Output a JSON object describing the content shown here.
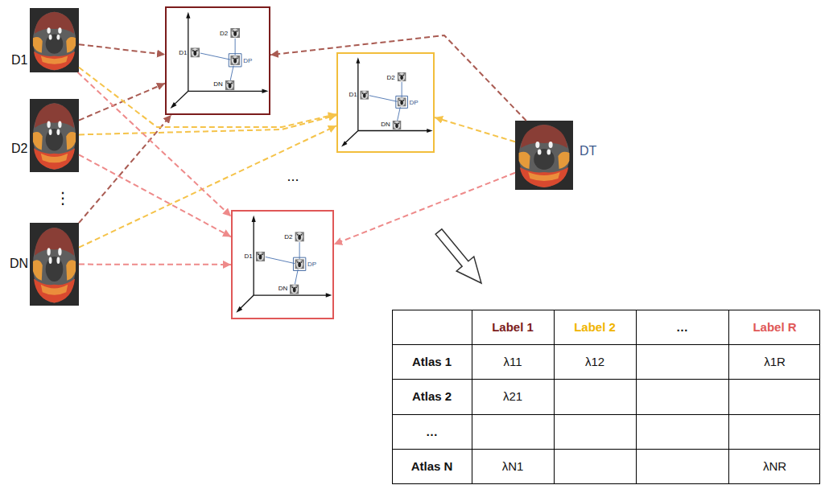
{
  "diagram": {
    "nodes": [
      {
        "text": [
          "D1"
        ]
      },
      {
        "text": [
          "D2"
        ]
      },
      {
        "text": [
          "DN"
        ]
      },
      {
        "text": [
          "D2",
          "D1",
          "DP",
          "DN"
        ]
      },
      {
        "text": [
          "D2",
          "D1",
          "DP",
          "DN"
        ]
      },
      {
        "text": [
          "D2",
          "D1",
          "DP",
          "DN"
        ]
      },
      {
        "text": [
          "DT"
        ]
      }
    ],
    "edges": [
      {
        "from": 0,
        "to": 3,
        "arrow": "to"
      },
      {
        "from": 1,
        "to": 3,
        "arrow": "to"
      },
      {
        "from": 2,
        "to": 3,
        "arrow": "to"
      },
      {
        "from": 0,
        "to": 4,
        "arrow": "to"
      },
      {
        "from": 1,
        "to": 4,
        "arrow": "to"
      },
      {
        "from": 2,
        "to": 4,
        "arrow": "to"
      },
      {
        "from": 0,
        "to": 5,
        "arrow": "to"
      },
      {
        "from": 1,
        "to": 5,
        "arrow": "to"
      },
      {
        "from": 2,
        "to": 5,
        "arrow": "to"
      },
      {
        "from": 6,
        "to": 3,
        "arrow": "to"
      },
      {
        "from": 6,
        "to": 4,
        "arrow": "to"
      },
      {
        "from": 6,
        "to": 5,
        "arrow": "to"
      }
    ],
    "labels": [
      "⋮",
      "...",
      "Label 1",
      "Label 2",
      "…",
      "Label R",
      "Atlas 1",
      "λ11",
      "λ12",
      "λ1R",
      "Atlas 2",
      "λ21",
      "…",
      "Atlas N",
      "λN1",
      "λNR"
    ]
  }
}
